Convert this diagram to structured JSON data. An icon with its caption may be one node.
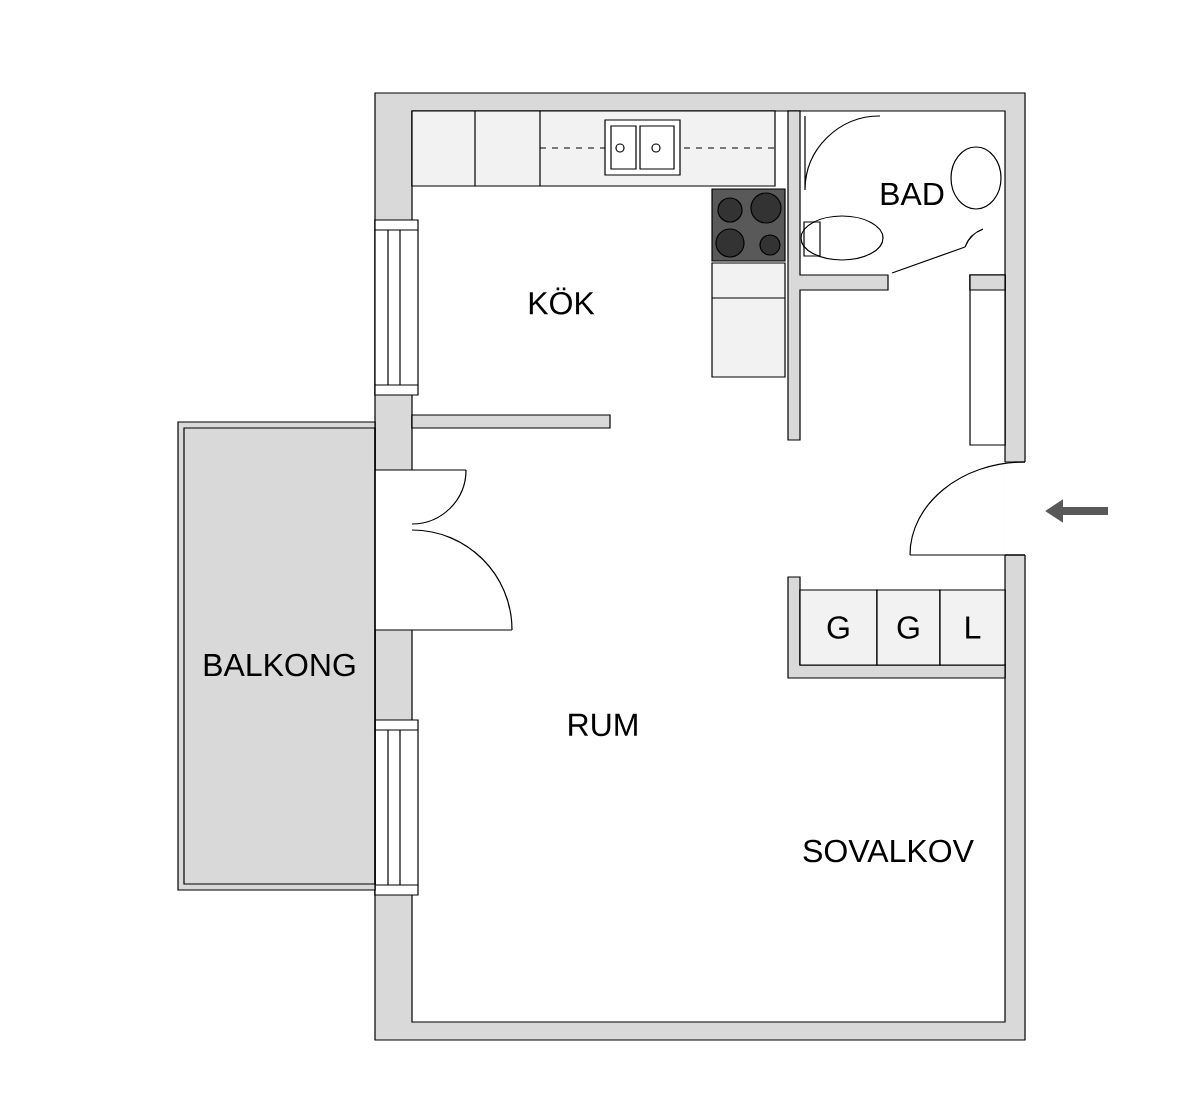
{
  "diagram": {
    "nodes": [
      {
        "text": [
          "BALKONG"
        ]
      },
      {
        "text": [
          "G"
        ]
      },
      {
        "text": [
          "G"
        ]
      },
      {
        "text": [
          "L"
        ]
      }
    ],
    "labels": [
      "BAD",
      "KÖK",
      "RUM",
      "SOVALKOV"
    ]
  }
}
